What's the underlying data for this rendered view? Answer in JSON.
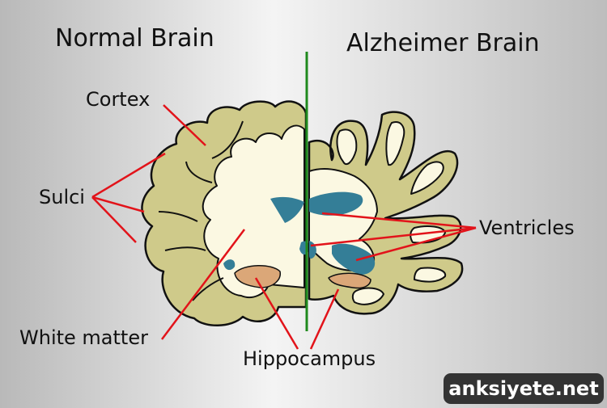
{
  "titles": {
    "normal": "Normal Brain",
    "alzheimer": "Alzheimer Brain"
  },
  "labels": {
    "cortex": "Cortex",
    "sulci": "Sulci",
    "white_matter": "White matter",
    "ventricles": "Ventricles",
    "hippocampus": "Hippocampus"
  },
  "watermark": "anksiyete.net",
  "colors": {
    "cortex_fill": "#cfca8a",
    "white_matter_fill": "#fbf8e2",
    "ventricle_fill": "#347e97",
    "hippocampus_fill": "#dba778",
    "pointer_lines": "#e2131a",
    "divider_line": "#1f8a1d",
    "outline": "#111111"
  }
}
